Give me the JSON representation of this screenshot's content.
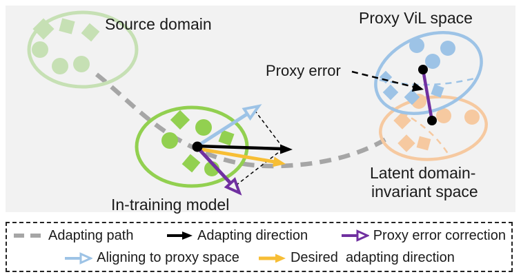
{
  "colors": {
    "panel": "#f2f2f2",
    "pale_green": "#c6e0b4",
    "green": "#92d050",
    "blue": "#9dc3e6",
    "orange": "#f6c9a0",
    "yellow": "#f7be35",
    "purple": "#7030a0",
    "gray_path": "#a6a6a6",
    "text": "#1a1a1a"
  },
  "diagram": {
    "source_domain_label": "Source domain",
    "proxy_vil_label": "Proxy ViL space",
    "proxy_error_label": "Proxy error",
    "in_training_label": "In-training model",
    "latent_label_line1": "Latent domain-",
    "latent_label_line2": "invariant space"
  },
  "legend": {
    "adapting_path": "Adapting path",
    "adapting_direction": "Adapting direction",
    "proxy_error_correction": "Proxy error correction",
    "aligning_to_proxy": "Aligning to proxy space",
    "desired_adapting": "Desired  adapting direction"
  }
}
